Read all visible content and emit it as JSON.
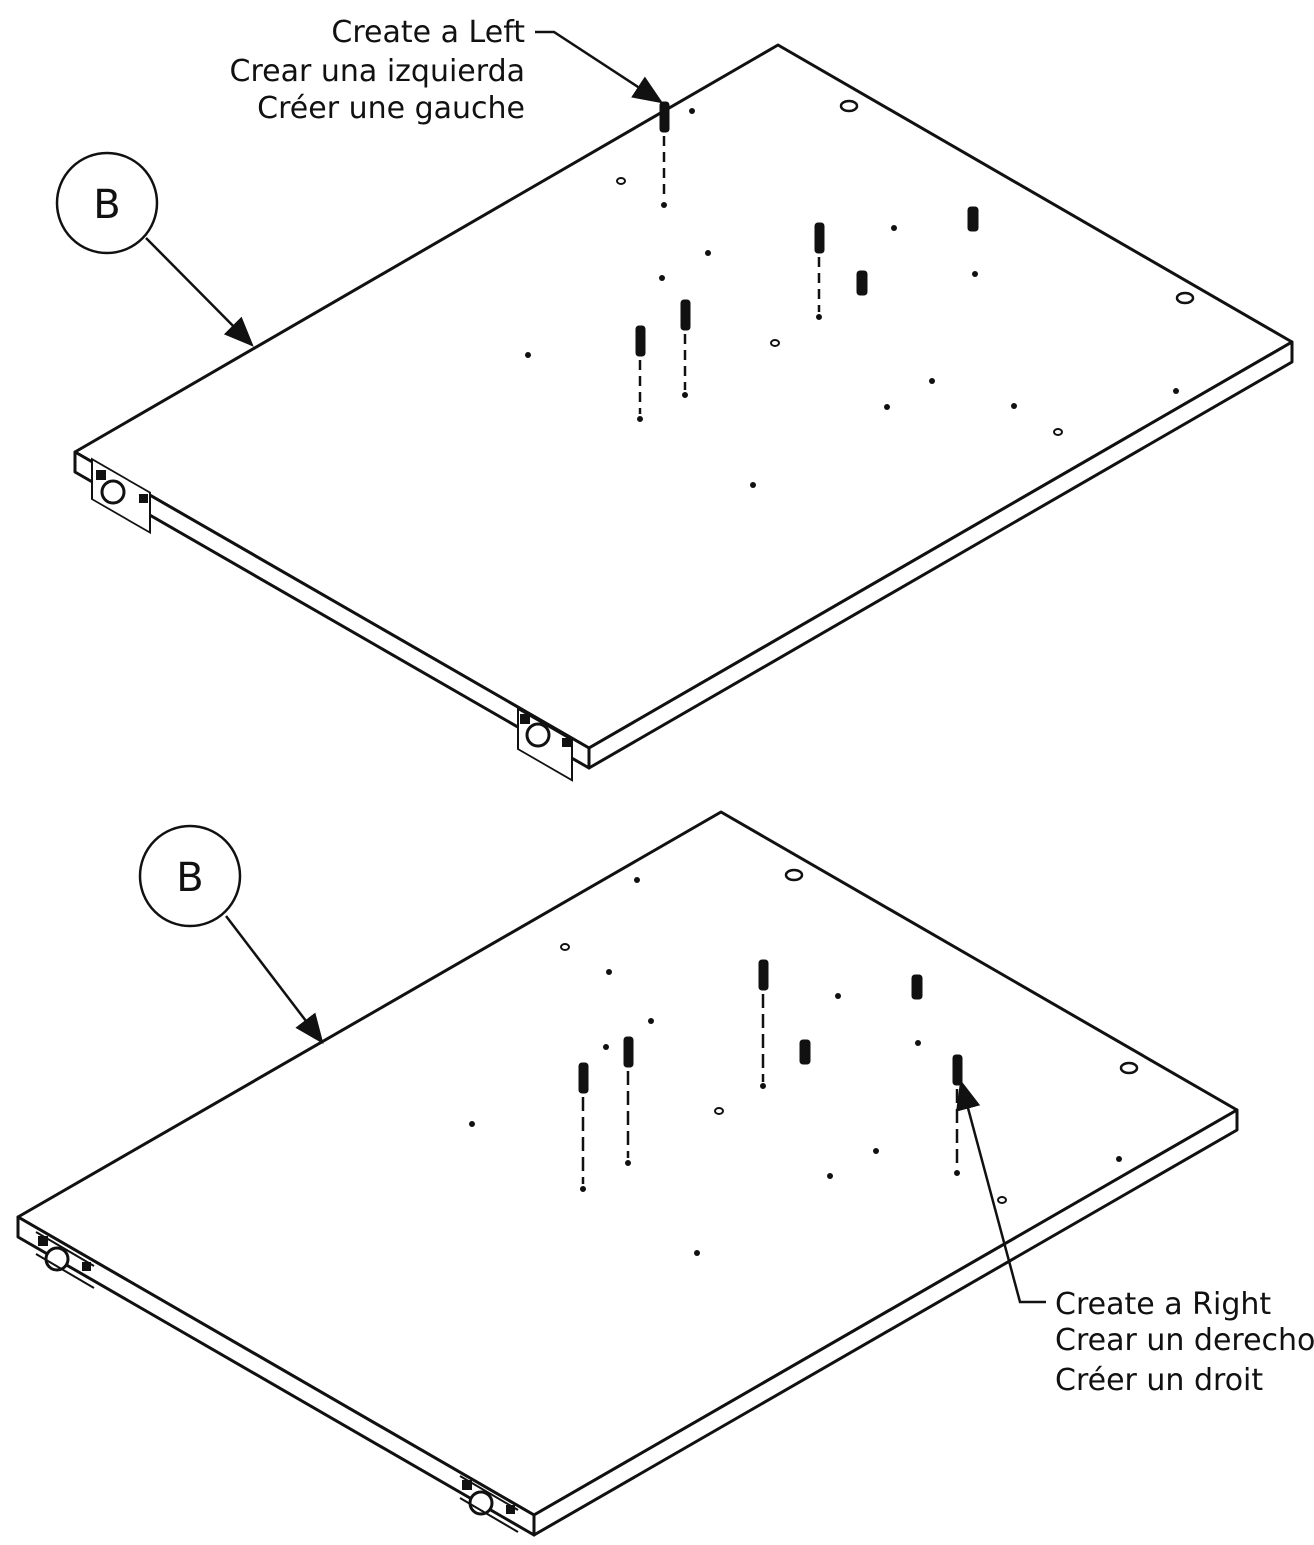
{
  "panels": [
    {
      "id": "left",
      "part_letter": "B",
      "callout": {
        "lines": [
          "Create a Left",
          "Crear una izquierda",
          "Créer une gauche"
        ]
      }
    },
    {
      "id": "right",
      "part_letter": "B",
      "callout": {
        "lines": [
          "Create a Right",
          "Crear un derecho",
          "Créer un droit"
        ]
      }
    }
  ],
  "colors": {
    "line": "#111111",
    "fill": "#ffffff"
  }
}
